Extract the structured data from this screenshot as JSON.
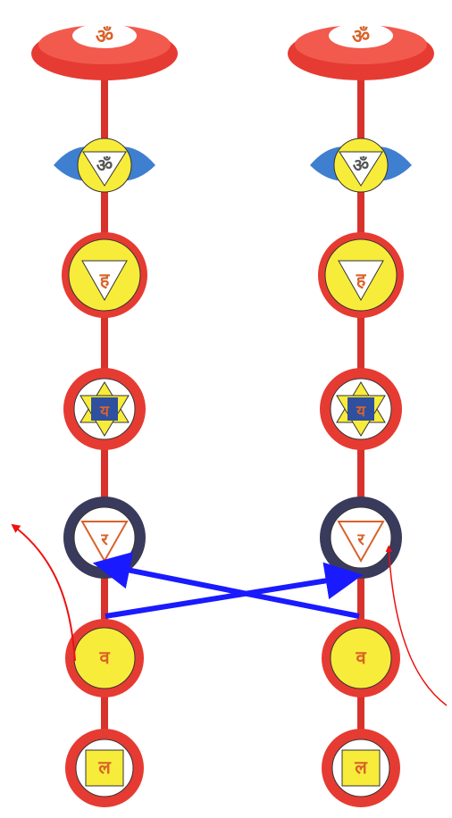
{
  "columns": [
    {
      "id": "left",
      "chakras": [
        {
          "key": "crown",
          "syllable": "ॐ"
        },
        {
          "key": "third-eye",
          "syllable": "ॐ"
        },
        {
          "key": "throat",
          "syllable": "ह"
        },
        {
          "key": "heart",
          "syllable": "य"
        },
        {
          "key": "solar-plexus",
          "syllable": "र"
        },
        {
          "key": "sacral",
          "syllable": "व"
        },
        {
          "key": "root",
          "syllable": "ल"
        }
      ]
    },
    {
      "id": "right",
      "chakras": [
        {
          "key": "crown",
          "syllable": "ॐ"
        },
        {
          "key": "third-eye",
          "syllable": "ॐ"
        },
        {
          "key": "throat",
          "syllable": "ह"
        },
        {
          "key": "heart",
          "syllable": "य"
        },
        {
          "key": "solar-plexus",
          "syllable": "र"
        },
        {
          "key": "sacral",
          "syllable": "व"
        },
        {
          "key": "root",
          "syllable": "ल"
        }
      ]
    }
  ],
  "colors": {
    "petal_red": "#e63b32",
    "petal_dark": "#3a3a5c",
    "yellow": "#f8ec3a",
    "blue_petal": "#3f7fd0",
    "blue_star": "#2f4f9f",
    "syllable_orange": "#d9622a",
    "cross_arrow": "#1a1aff",
    "curve_arrow": "#ee1111",
    "stem": "#d8322c"
  }
}
